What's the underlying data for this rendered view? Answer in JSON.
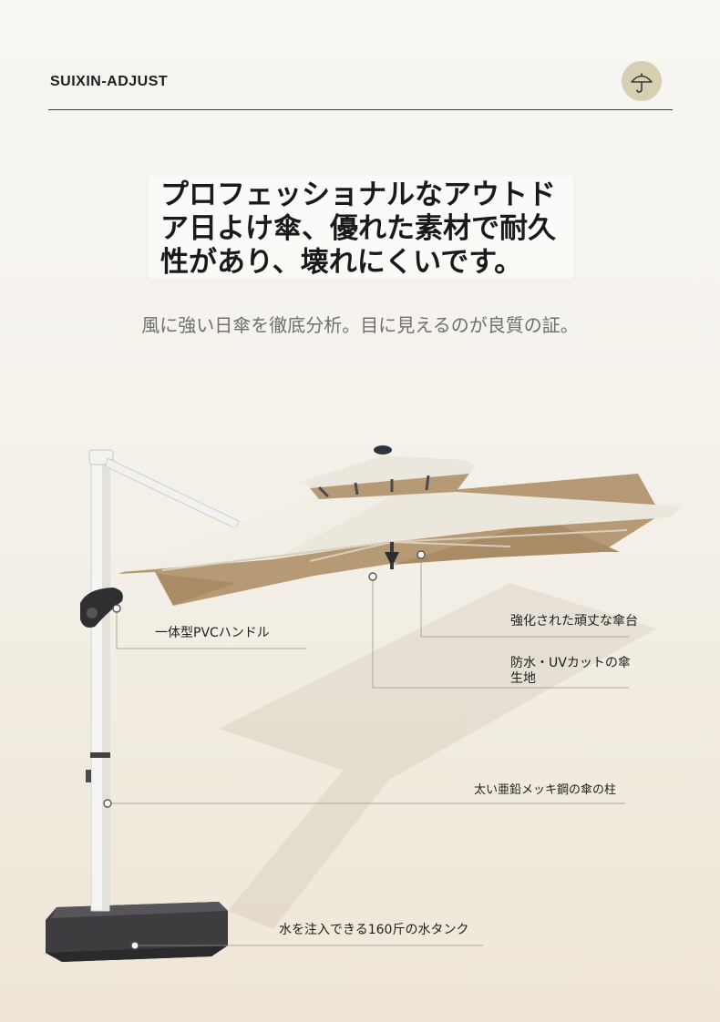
{
  "header": {
    "brand": "SUIXIN-ADJUST",
    "icon": "umbrella-icon"
  },
  "hero": {
    "headline_line1": "プロフェッショナルなアウトド",
    "headline_line2": "ア日よけ傘、優れた素材で耐久",
    "headline_line3": "性があり、壊れにくいです。",
    "subheadline": "風に強い日傘を徹底分析。目に見えるのが良質の証。"
  },
  "callouts": {
    "handle": "一体型PVCハンドル",
    "frame": "強化された頑丈な傘台",
    "fabric_line1": "防水・UVカットの傘",
    "fabric_line2": "生地",
    "pole": "太い亜鉛メッキ鋼の傘の柱",
    "base": "水を注入できる160斤の水タンク"
  },
  "colors": {
    "canopy_top": "#ebe7dd",
    "canopy_under": "#b69a75",
    "pole": "#f3f3f1",
    "base": "#3a3a3c",
    "icon_bg": "#d6cfb2"
  }
}
